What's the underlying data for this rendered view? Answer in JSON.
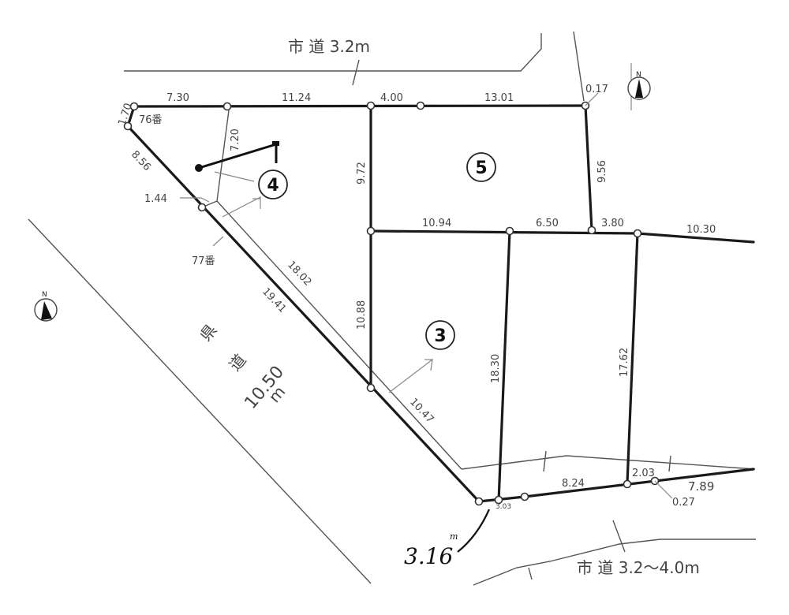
{
  "roads": {
    "top": "市 道 3.2m",
    "bottom": "市 道 3.2〜4.0m",
    "left_kanji_1": "県",
    "left_kanji_2": "道",
    "left_width": "10.50",
    "left_unit": "m"
  },
  "lots": [
    {
      "id": "lot-3",
      "label": "3"
    },
    {
      "id": "lot-4",
      "label": "4"
    },
    {
      "id": "lot-5",
      "label": "5"
    }
  ],
  "parcel_numbers": {
    "p76": "76番",
    "p77": "77番"
  },
  "dimensions": {
    "d1_70": "1.70",
    "d7_30": "7.30",
    "d11_24": "11.24",
    "d4_00": "4.00",
    "d13_01": "13.01",
    "d0_17": "0.17",
    "d7_20": "7.20",
    "d8_56": "8.56",
    "d1_44": "1.44",
    "d9_72": "9.72",
    "d9_56": "9.56",
    "d10_94": "10.94",
    "d6_50": "6.50",
    "d3_80": "3.80",
    "d10_30": "10.30",
    "d18_02": "18.02",
    "d19_41": "19.41",
    "d10_88": "10.88",
    "d18_30": "18.30",
    "d17_62": "17.62",
    "d10_47": "10.47",
    "d8_24": "8.24",
    "d2_03": "2.03",
    "d7_89": "7.89",
    "d0_27": "0.27",
    "d_corner_cut": "3.03"
  },
  "handwritten": {
    "value": "3.16",
    "unit": "m"
  },
  "compass": {
    "label": "N"
  },
  "colors": {
    "line": "#1a1a1a",
    "text": "#444444",
    "background": "#ffffff"
  }
}
